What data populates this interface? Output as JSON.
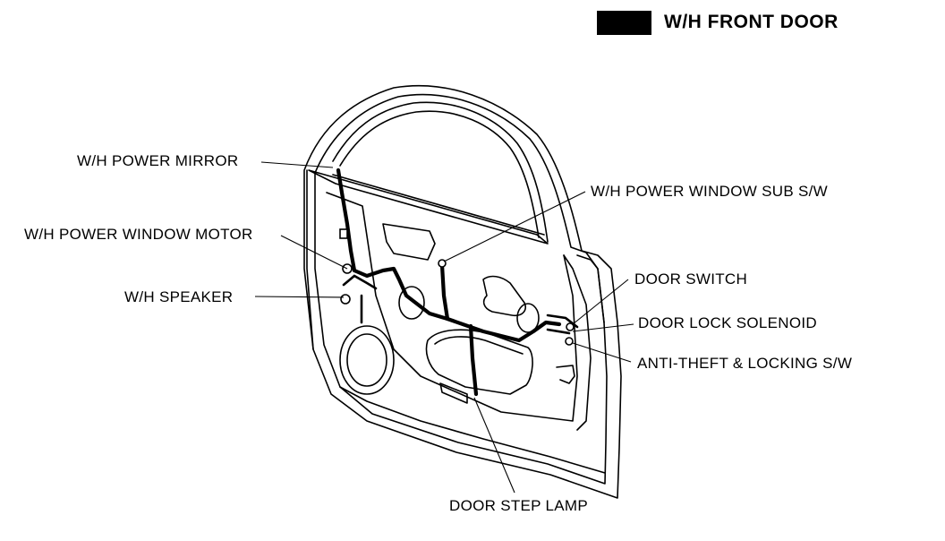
{
  "header": {
    "title": "W/H FRONT DOOR"
  },
  "labels": {
    "power_mirror": "W/H POWER MIRROR",
    "power_window_motor": "W/H POWER WINDOW MOTOR",
    "speaker": "W/H SPEAKER",
    "power_window_sub_sw": "W/H POWER WINDOW SUB S/W",
    "door_switch": "DOOR SWITCH",
    "door_lock_solenoid": "DOOR LOCK SOLENOID",
    "anti_theft_locking_sw": "ANTI-THEFT & LOCKING S/W",
    "door_step_lamp": "DOOR STEP LAMP"
  },
  "colors": {
    "ink": "#000000",
    "background": "#ffffff"
  }
}
